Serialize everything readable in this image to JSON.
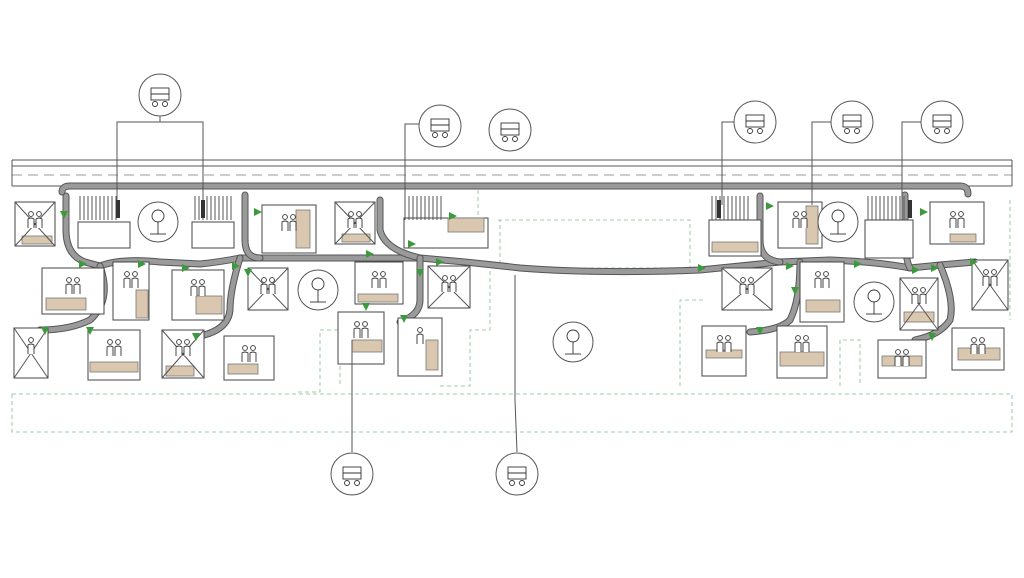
{
  "diagram": {
    "stroke": "#444444",
    "wood_color": "#d9c7b0",
    "path_color": "#9a9a9a",
    "arrow_color": "#3c9a3c",
    "boundary_color": "#7fbf8f",
    "callouts": [
      {
        "id": "co1",
        "icon": "market-stall-icon"
      },
      {
        "id": "co2",
        "icon": "car-accessibility-icon"
      },
      {
        "id": "co3",
        "icon": "workshop-icon"
      },
      {
        "id": "co4",
        "icon": "greenhouse-icon"
      },
      {
        "id": "co5",
        "icon": "meeting-icon"
      },
      {
        "id": "co6",
        "icon": "greenhouse-icon"
      },
      {
        "id": "co7",
        "icon": "gardening-icon"
      },
      {
        "id": "co8",
        "icon": "recreation-icon"
      }
    ],
    "inline_icons": [
      {
        "id": "ii1",
        "icon": "playground-icon"
      },
      {
        "id": "ii2",
        "icon": "children-play-icon"
      },
      {
        "id": "ii3",
        "icon": "park-bench-icon"
      },
      {
        "id": "ii4",
        "icon": "tree-person-icon"
      },
      {
        "id": "ii5",
        "icon": "farmland-icon"
      }
    ]
  }
}
